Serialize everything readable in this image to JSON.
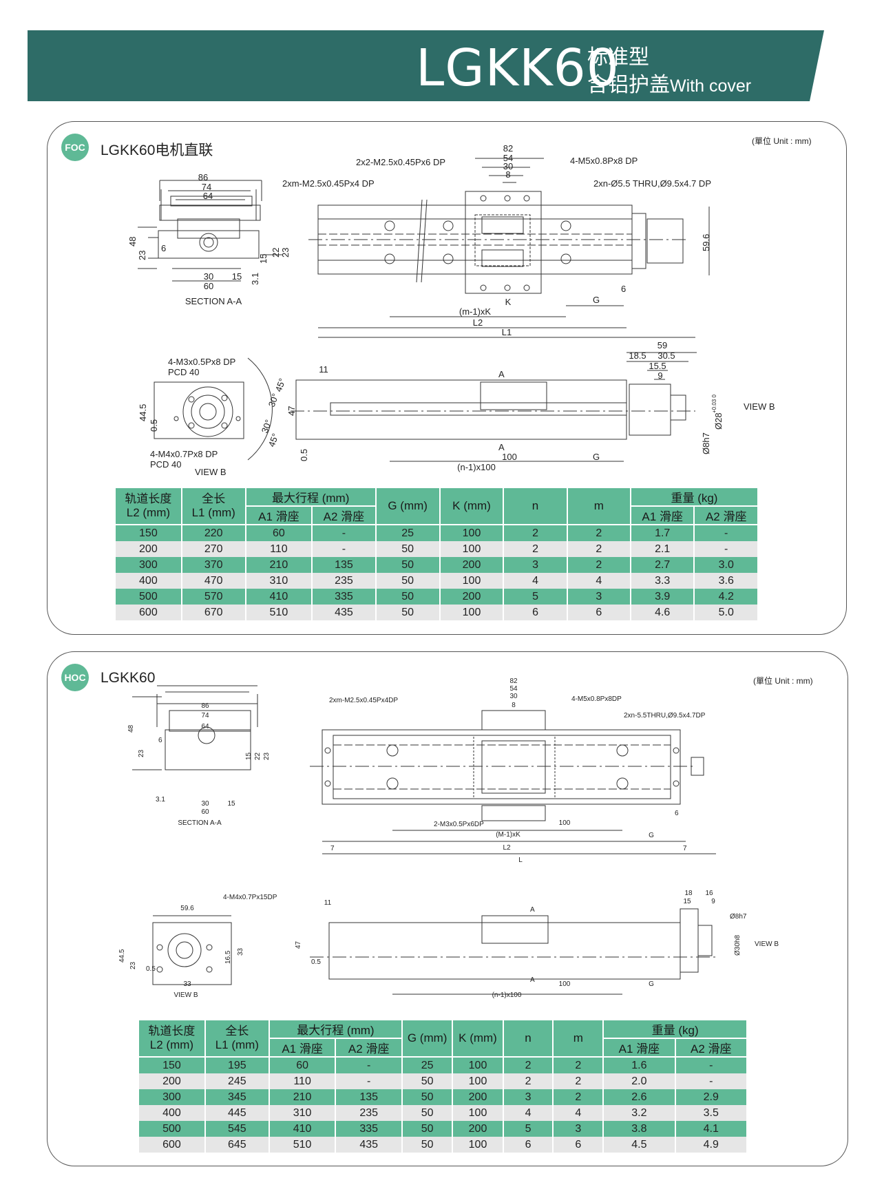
{
  "banner": {
    "model": "LGKK60",
    "line1": "标准型",
    "line2_cn": "含铝护盖",
    "line2_en": "With cover",
    "color": "#2e6c67"
  },
  "accent": "#5fb996",
  "sections": [
    {
      "badge": "FOC",
      "title": "LGKK60电机直联",
      "unit": "(單位 Unit : mm)",
      "labels": {
        "d86": "86",
        "d74": "74",
        "d64": "64",
        "d48": "48",
        "d23": "23",
        "d6": "6",
        "d15": "15",
        "d22": "22",
        "d23b": "23",
        "d30": "30",
        "d15b": "15",
        "d60": "60",
        "d31": "3.1",
        "sectionAA": "SECTION A-A",
        "top82": "82",
        "top54": "54",
        "top30": "30",
        "top8": "8",
        "holes1": "2x2-M2.5x0.45Px6 DP",
        "holes2": "4-M5x0.8Px8 DP",
        "holes3": "2xm-M2.5x0.45Px4 DP",
        "holes4": "2xn-Ø5.5 THRU,Ø9.5x4.7 DP",
        "d596": "59.6",
        "K": "K",
        "G": "G",
        "d6b": "6",
        "mK": "(m-1)xK",
        "L2": "L2",
        "L1": "L1",
        "m3": "4-M3x0.5Px8 DP",
        "pcd40": "PCD 40",
        "a45": "45°",
        "a30": "30°",
        "a30b": "30°",
        "a45b": "45°",
        "d445": "44.5",
        "d05": "0.5",
        "m4": "4-M4x0.7Px8 DP",
        "pcd40b": "PCD 40",
        "viewB": "VIEW B",
        "d11": "11",
        "A": "A",
        "d47": "47",
        "d05b": "0.5",
        "A2": "A",
        "d100": "100",
        "n100": "(n-1)x100",
        "G2": "G",
        "d59": "59",
        "d185": "18.5",
        "d305": "30.5",
        "d155": "15.5",
        "d9": "9",
        "viewB2": "VIEW B",
        "d28": "Ø28",
        "tol": "+0.03 0",
        "d8": "Ø8h7"
      },
      "table": {
        "h_l2": "轨道长度",
        "h_l2u": "L2 (mm)",
        "h_l1": "全长",
        "h_l1u": "L1 (mm)",
        "h_stroke": "最大行程 (mm)",
        "h_a1": "A1 滑座",
        "h_a2": "A2 滑座",
        "h_g": "G (mm)",
        "h_k": "K (mm)",
        "h_n": "n",
        "h_m": "m",
        "h_w": "重量 (kg)",
        "h_wa1": "A1 滑座",
        "h_wa2": "A2 滑座",
        "rows": [
          [
            "150",
            "220",
            "60",
            "-",
            "25",
            "100",
            "2",
            "2",
            "1.7",
            "-"
          ],
          [
            "200",
            "270",
            "110",
            "-",
            "50",
            "100",
            "2",
            "2",
            "2.1",
            "-"
          ],
          [
            "300",
            "370",
            "210",
            "135",
            "50",
            "200",
            "3",
            "2",
            "2.7",
            "3.0"
          ],
          [
            "400",
            "470",
            "310",
            "235",
            "50",
            "100",
            "4",
            "4",
            "3.3",
            "3.6"
          ],
          [
            "500",
            "570",
            "410",
            "335",
            "50",
            "200",
            "5",
            "3",
            "3.9",
            "4.2"
          ],
          [
            "600",
            "670",
            "510",
            "435",
            "50",
            "100",
            "6",
            "6",
            "4.6",
            "5.0"
          ]
        ]
      }
    },
    {
      "badge": "HOC",
      "title": "LGKK60",
      "unit": "(單位 Unit : mm)",
      "labels": {
        "d86": "86",
        "d74": "74",
        "d64": "64",
        "d48": "48",
        "d23": "23",
        "d6": "6",
        "d15": "15",
        "d22": "22",
        "d23b": "23",
        "d31": "3.1",
        "d30": "30",
        "d15b": "15",
        "d60": "60",
        "sectionAA": "SECTION  A-A",
        "top82": "82",
        "top54": "54",
        "top30": "30",
        "top8": "8",
        "holes3": "2xm-M2.5x0.45Px4DP",
        "holes2": "4-M5x0.8Px8DP",
        "holes4": "2xn-5.5THRU,Ø9.5x4.7DP",
        "m3small": "2-M3x0.5Px6DP",
        "d100": "100",
        "mK": "(M-1)xK",
        "G": "G",
        "d6b": "6",
        "d7": "7",
        "L2": "L2",
        "d7b": "7",
        "L": "L",
        "m4p": "4-M4x0.7Px15DP",
        "d596": "59.6",
        "d445": "44.5",
        "d23c": "23",
        "d05": "0.5",
        "d165": "16.5",
        "d33": "33",
        "d33b": "33",
        "viewB": "VIEW B",
        "d11": "11",
        "A": "A",
        "d47": "47",
        "d05b": "0.5",
        "A2": "A",
        "d100b": "100",
        "G2": "G",
        "n100": "(n-1)x100",
        "d18": "18",
        "d16": "16",
        "d15c": "15",
        "d9": "9",
        "d8": "Ø8h7",
        "d30h": "Ø30h8",
        "viewB2": "VIEW B"
      },
      "table": {
        "h_l2": "轨道长度",
        "h_l2u": "L2 (mm)",
        "h_l1": "全长",
        "h_l1u": "L1 (mm)",
        "h_stroke": "最大行程 (mm)",
        "h_a1": "A1 滑座",
        "h_a2": "A2 滑座",
        "h_g": "G (mm)",
        "h_k": "K (mm)",
        "h_n": "n",
        "h_m": "m",
        "h_w": "重量 (kg)",
        "h_wa1": "A1 滑座",
        "h_wa2": "A2 滑座",
        "rows": [
          [
            "150",
            "195",
            "60",
            "-",
            "25",
            "100",
            "2",
            "2",
            "1.6",
            "-"
          ],
          [
            "200",
            "245",
            "110",
            "-",
            "50",
            "100",
            "2",
            "2",
            "2.0",
            "-"
          ],
          [
            "300",
            "345",
            "210",
            "135",
            "50",
            "200",
            "3",
            "2",
            "2.6",
            "2.9"
          ],
          [
            "400",
            "445",
            "310",
            "235",
            "50",
            "100",
            "4",
            "4",
            "3.2",
            "3.5"
          ],
          [
            "500",
            "545",
            "410",
            "335",
            "50",
            "200",
            "5",
            "3",
            "3.8",
            "4.1"
          ],
          [
            "600",
            "645",
            "510",
            "435",
            "50",
            "100",
            "6",
            "6",
            "4.5",
            "4.9"
          ]
        ]
      }
    }
  ]
}
